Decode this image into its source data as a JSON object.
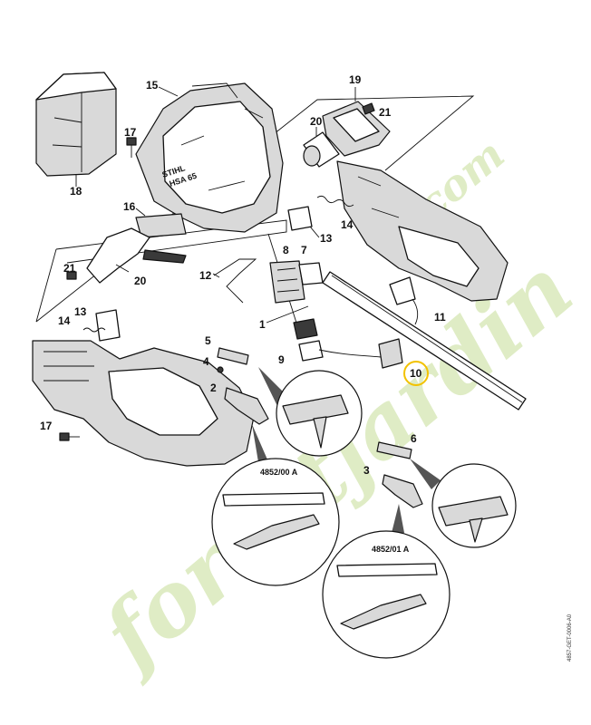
{
  "callouts": [
    {
      "id": "c1",
      "text": "1"
    },
    {
      "id": "c2",
      "text": "2"
    },
    {
      "id": "c3",
      "text": "3"
    },
    {
      "id": "c4",
      "text": "4"
    },
    {
      "id": "c5",
      "text": "5"
    },
    {
      "id": "c6",
      "text": "6"
    },
    {
      "id": "c7",
      "text": "7"
    },
    {
      "id": "c8",
      "text": "8"
    },
    {
      "id": "c9",
      "text": "9"
    },
    {
      "id": "c10",
      "text": "10"
    },
    {
      "id": "c11",
      "text": "11"
    },
    {
      "id": "c12",
      "text": "12"
    },
    {
      "id": "c13a",
      "text": "13"
    },
    {
      "id": "c13b",
      "text": "13"
    },
    {
      "id": "c14a",
      "text": "14"
    },
    {
      "id": "c14b",
      "text": "14"
    },
    {
      "id": "c15",
      "text": "15"
    },
    {
      "id": "c16",
      "text": "16"
    },
    {
      "id": "c17a",
      "text": "17"
    },
    {
      "id": "c17b",
      "text": "17"
    },
    {
      "id": "c18",
      "text": "18"
    },
    {
      "id": "c19",
      "text": "19"
    },
    {
      "id": "c20a",
      "text": "20"
    },
    {
      "id": "c20b",
      "text": "20"
    },
    {
      "id": "c21a",
      "text": "21"
    },
    {
      "id": "c21b",
      "text": "21"
    }
  ],
  "detail_labels": {
    "left": "4852/00 A",
    "right": "4852/01 A"
  },
  "housing_text": {
    "brand": "STIHL",
    "model": "HSA 65"
  },
  "drawing_ref": "4857-GET-0006-A0",
  "highlight": {
    "part": "10",
    "color": "#f2c200"
  },
  "watermark": {
    "main": "forestjardin",
    "suffix": ".com",
    "color": "#c5dd96"
  }
}
